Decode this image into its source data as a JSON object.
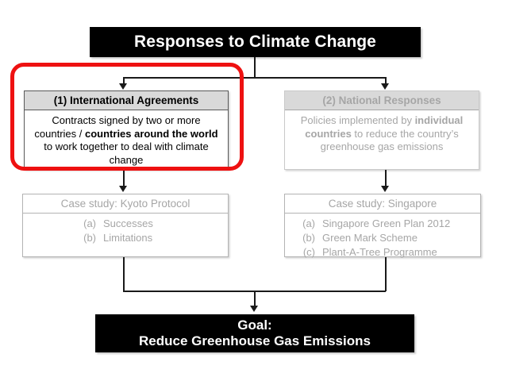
{
  "diagram": {
    "title_banner": "Responses to Climate Change",
    "goal_banner": {
      "line1": "Goal:",
      "line2": "Reduce Greenhouse Gas Emissions"
    },
    "branches": {
      "left": {
        "header": "(1) International Agreements",
        "body_plain_1": "Contracts signed by two or more countries / ",
        "body_bold_1": "countries around the world",
        "body_plain_2": " to work together to deal with climate change",
        "state": "highlighted"
      },
      "right": {
        "header": "(2) National Responses",
        "body_plain_1": "Policies implemented by ",
        "body_bold_1": "individual countries",
        "body_plain_2": " to reduce the country’s greenhouse gas emissions",
        "state": "dimmed"
      }
    },
    "case_studies": {
      "left": {
        "header": "Case study: Kyoto Protocol",
        "items": [
          {
            "marker": "(a)",
            "label": "Successes"
          },
          {
            "marker": "(b)",
            "label": "Limitations"
          }
        ]
      },
      "right": {
        "header": "Case study: Singapore",
        "items": [
          {
            "marker": "(a)",
            "label": "Singapore Green Plan 2012"
          },
          {
            "marker": "(b)",
            "label": "Green Mark Scheme"
          },
          {
            "marker": "(c)",
            "label": "Plant-A-Tree Programme"
          }
        ]
      }
    },
    "annotation": {
      "type": "red-highlight-rectangle",
      "color": "#ee1111",
      "targets": "left branch: (1) International Agreements"
    },
    "colors": {
      "banner_background": "#000000",
      "banner_text": "#ffffff",
      "header_fill": "#d9d9d9",
      "active_text": "#000000",
      "dimmed_text": "#a6a6a6",
      "connector": "#1a1a1a",
      "highlight": "#ee1111"
    }
  }
}
